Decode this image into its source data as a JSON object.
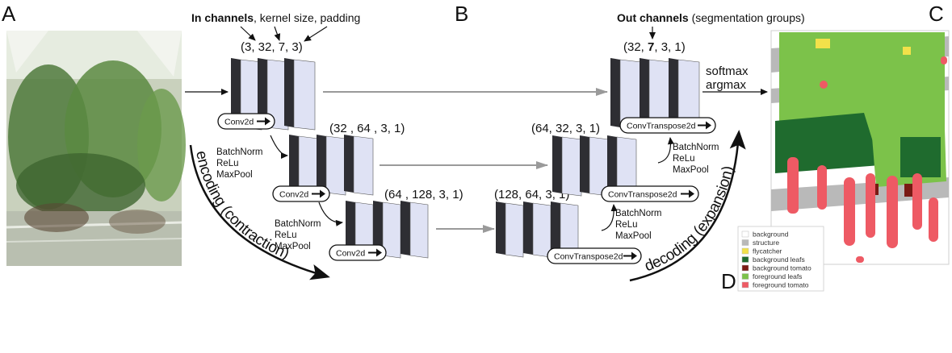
{
  "panels": {
    "a": "A",
    "b": "B",
    "c": "C",
    "d": "D"
  },
  "header_left": {
    "bold": "In channels",
    "rest": ", kernel size, padding"
  },
  "header_right": {
    "bold": "Out channels",
    "rest": " (segmentation groups)"
  },
  "encoder": [
    {
      "tuple_pre": "(3, 32, 7, 3)",
      "op": "Conv2d"
    },
    {
      "tuple_pre": "(32 , 64 , 3, 1)",
      "op": "Conv2d"
    },
    {
      "tuple_pre": "(64 , 128, 3, 1)",
      "op": "Conv2d"
    }
  ],
  "decoder": [
    {
      "tuple": "(128, 64, 3, 1)",
      "op": "ConvTranspose2d"
    },
    {
      "tuple": "(64,  32, 3, 1)",
      "op": "ConvTranspose2d"
    },
    {
      "tuple_a": "(32, ",
      "tuple_bold": "7",
      "tuple_b": ", 3, 1)",
      "op": "ConvTranspose2d"
    }
  ],
  "block_ops": [
    "BatchNorm",
    "ReLu",
    "MaxPool"
  ],
  "output_ops": [
    "softmax",
    "argmax"
  ],
  "encoding_label": "encoding (contraction)",
  "decoding_label": "decoding (expansion)",
  "legend": [
    {
      "label": "background",
      "color": "#ffffff"
    },
    {
      "label": "structure",
      "color": "#b9b9b9"
    },
    {
      "label": "flycatcher",
      "color": "#f2e14a"
    },
    {
      "label": "background leafs",
      "color": "#1f6b2e"
    },
    {
      "label": "background tomato",
      "color": "#7a1a14"
    },
    {
      "label": "foreground leafs",
      "color": "#7cc24a"
    },
    {
      "label": "foreground tomato",
      "color": "#ee5a64"
    }
  ],
  "colors": {
    "block_dark": "#2e2e33",
    "block_light": "#dfe2f4",
    "arrow_grey": "#9a9a9a"
  }
}
